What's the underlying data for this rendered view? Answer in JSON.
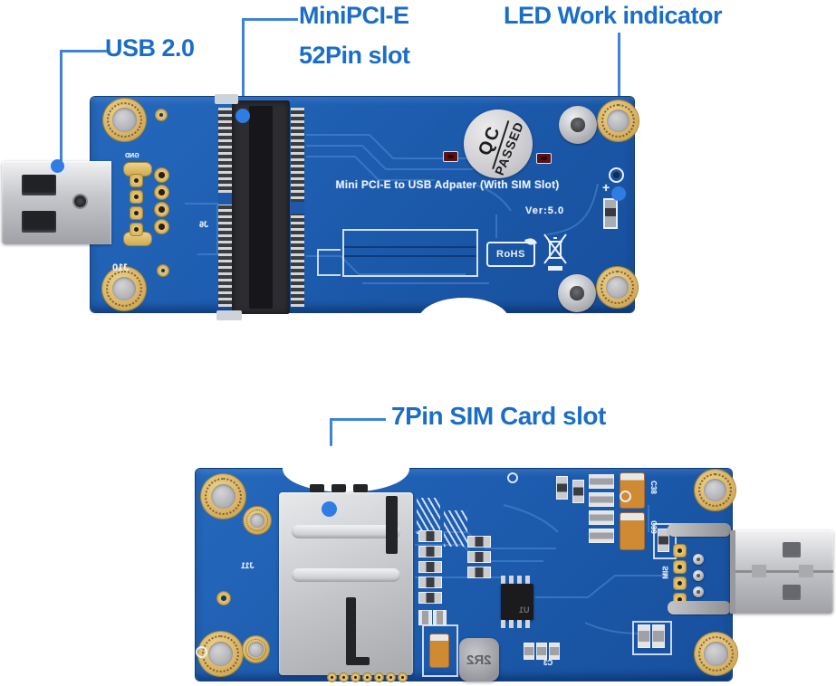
{
  "annotations": {
    "usb_label": "USB 2.0",
    "minipcie_label_line1": "MiniPCI-E",
    "minipcie_label_line2": "52Pin slot",
    "led_label": "LED Work indicator",
    "sim_label": "7Pin SIM Card slot"
  },
  "top_board": {
    "title": "Mini PCI-E to USB Adpater (With SIM Slot)",
    "version": "Ver:5.0",
    "qc_line1": "QC",
    "qc_line2": "PASSED",
    "rohs": "RoHS",
    "gnd": "GND",
    "j10": "J10",
    "j6": "J6",
    "led_plus": "+"
  },
  "bottom_board": {
    "j11": "J11",
    "u1": "U1",
    "inductor": "2R2",
    "c38": "C38",
    "c39": "C39",
    "c3": "C3",
    "sim_ref": "SIM"
  },
  "colors": {
    "label-blue": "#1b6ec8",
    "leader-blue": "#3f82d8",
    "dot-blue": "#2e7ce4",
    "board-blue": "#1d5cae",
    "gold": "#d9b469",
    "silver": "#cfd0d4",
    "orange": "#d08a33",
    "silkscreen": "#e8f0fa"
  }
}
